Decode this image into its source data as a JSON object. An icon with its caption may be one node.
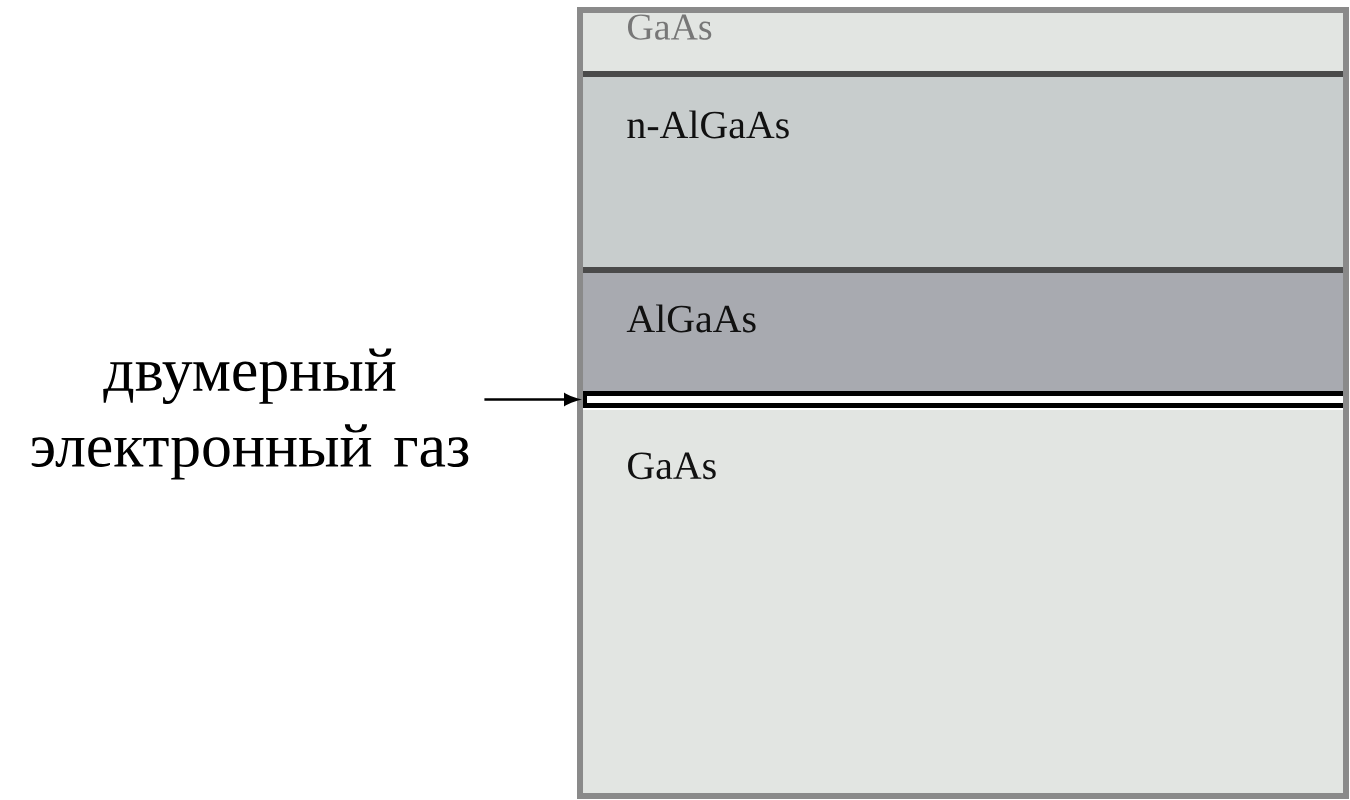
{
  "diagram": {
    "nodes": [
      {
        "text": [
          "GaAs"
        ]
      },
      {
        "text": [
          "n-AlGaAs"
        ]
      },
      {
        "text": [
          "AlGaAs"
        ]
      },
      {
        "text": [],
        "shape": "bar"
      },
      {
        "text": [
          "GaAs"
        ]
      },
      {
        "text": [
          "двумерный электронный газ"
        ]
      }
    ],
    "edges": [
      {
        "from": 5,
        "to": 3,
        "arrow": "to"
      }
    ]
  }
}
